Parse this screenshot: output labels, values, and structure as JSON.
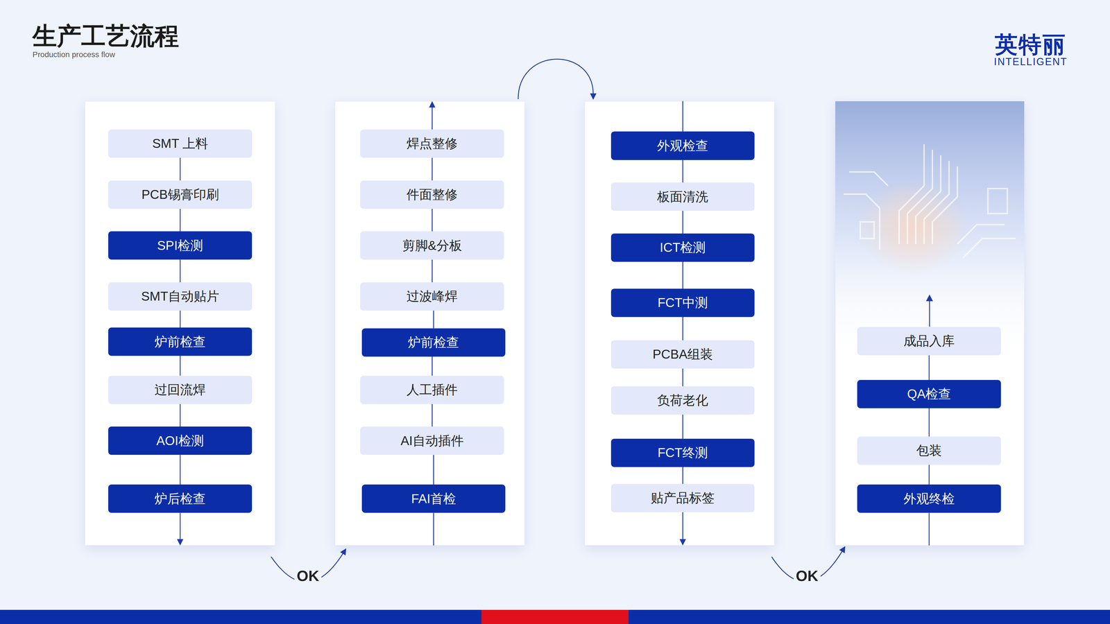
{
  "diagram": {
    "title": "生产工艺流程",
    "nodes": [
      {
        "text": [
          "SMT 上料"
        ]
      },
      {
        "text": [
          "PCB锡膏印刷"
        ]
      },
      {
        "text": [
          "SPI检测"
        ]
      },
      {
        "text": [
          "SMT自动贴片"
        ]
      },
      {
        "text": [
          "炉前检查"
        ]
      },
      {
        "text": [
          "过回流焊"
        ]
      },
      {
        "text": [
          "AOI检测"
        ]
      },
      {
        "text": [
          "炉后检查"
        ]
      },
      {
        "text": [
          "焊点整修"
        ]
      },
      {
        "text": [
          "件面整修"
        ]
      },
      {
        "text": [
          "剪脚&分板"
        ]
      },
      {
        "text": [
          "过波峰焊"
        ]
      },
      {
        "text": [
          "炉前检查"
        ]
      },
      {
        "text": [
          "人工插件"
        ]
      },
      {
        "text": [
          "AI自动插件"
        ]
      },
      {
        "text": [
          "FAI首检"
        ]
      },
      {
        "text": [
          "外观检查"
        ]
      },
      {
        "text": [
          "板面清洗"
        ]
      },
      {
        "text": [
          "ICT检测"
        ]
      },
      {
        "text": [
          "FCT中测"
        ]
      },
      {
        "text": [
          "PCBA组装"
        ]
      },
      {
        "text": [
          "负荷老化"
        ]
      },
      {
        "text": [
          "FCT终测"
        ]
      },
      {
        "text": [
          "贴产品标签"
        ]
      },
      {
        "text": [
          "成品入库"
        ]
      },
      {
        "text": [
          "QA检查"
        ]
      },
      {
        "text": [
          "包装"
        ]
      },
      {
        "text": [
          "外观终检"
        ]
      }
    ],
    "edges": [
      {
        "from": 0,
        "to": 1,
        "arrow": "none"
      },
      {
        "from": 1,
        "to": 2,
        "arrow": "none"
      },
      {
        "from": 2,
        "to": 3,
        "arrow": "none"
      },
      {
        "from": 3,
        "to": 4,
        "arrow": "none"
      },
      {
        "from": 4,
        "to": 5,
        "arrow": "none"
      },
      {
        "from": 5,
        "to": 6,
        "arrow": "none"
      },
      {
        "from": 6,
        "to": 7,
        "arrow": "none"
      },
      {
        "from": 7,
        "to": 15,
        "label": "OK",
        "arrow": "to"
      },
      {
        "from": 15,
        "to": 14,
        "arrow": "none"
      },
      {
        "from": 14,
        "to": 13,
        "arrow": "none"
      },
      {
        "from": 13,
        "to": 12,
        "arrow": "none"
      },
      {
        "from": 12,
        "to": 11,
        "arrow": "none"
      },
      {
        "from": 11,
        "to": 10,
        "arrow": "none"
      },
      {
        "from": 10,
        "to": 9,
        "arrow": "none"
      },
      {
        "from": 9,
        "to": 8,
        "arrow": "none"
      },
      {
        "from": 8,
        "to": 16,
        "arrow": "to"
      },
      {
        "from": 16,
        "to": 17,
        "arrow": "none"
      },
      {
        "from": 17,
        "to": 18,
        "arrow": "none"
      },
      {
        "from": 18,
        "to": 19,
        "arrow": "none"
      },
      {
        "from": 19,
        "to": 20,
        "arrow": "none"
      },
      {
        "from": 20,
        "to": 21,
        "arrow": "none"
      },
      {
        "from": 21,
        "to": 22,
        "arrow": "none"
      },
      {
        "from": 22,
        "to": 23,
        "arrow": "none"
      },
      {
        "from": 23,
        "to": 27,
        "label": "OK",
        "arrow": "to"
      },
      {
        "from": 27,
        "to": 26,
        "arrow": "none"
      },
      {
        "from": 26,
        "to": 25,
        "arrow": "none"
      },
      {
        "from": 25,
        "to": 24,
        "arrow": "none"
      }
    ],
    "labels": [
      "Production process flow",
      "英特丽",
      "INTELLIGENT"
    ]
  }
}
